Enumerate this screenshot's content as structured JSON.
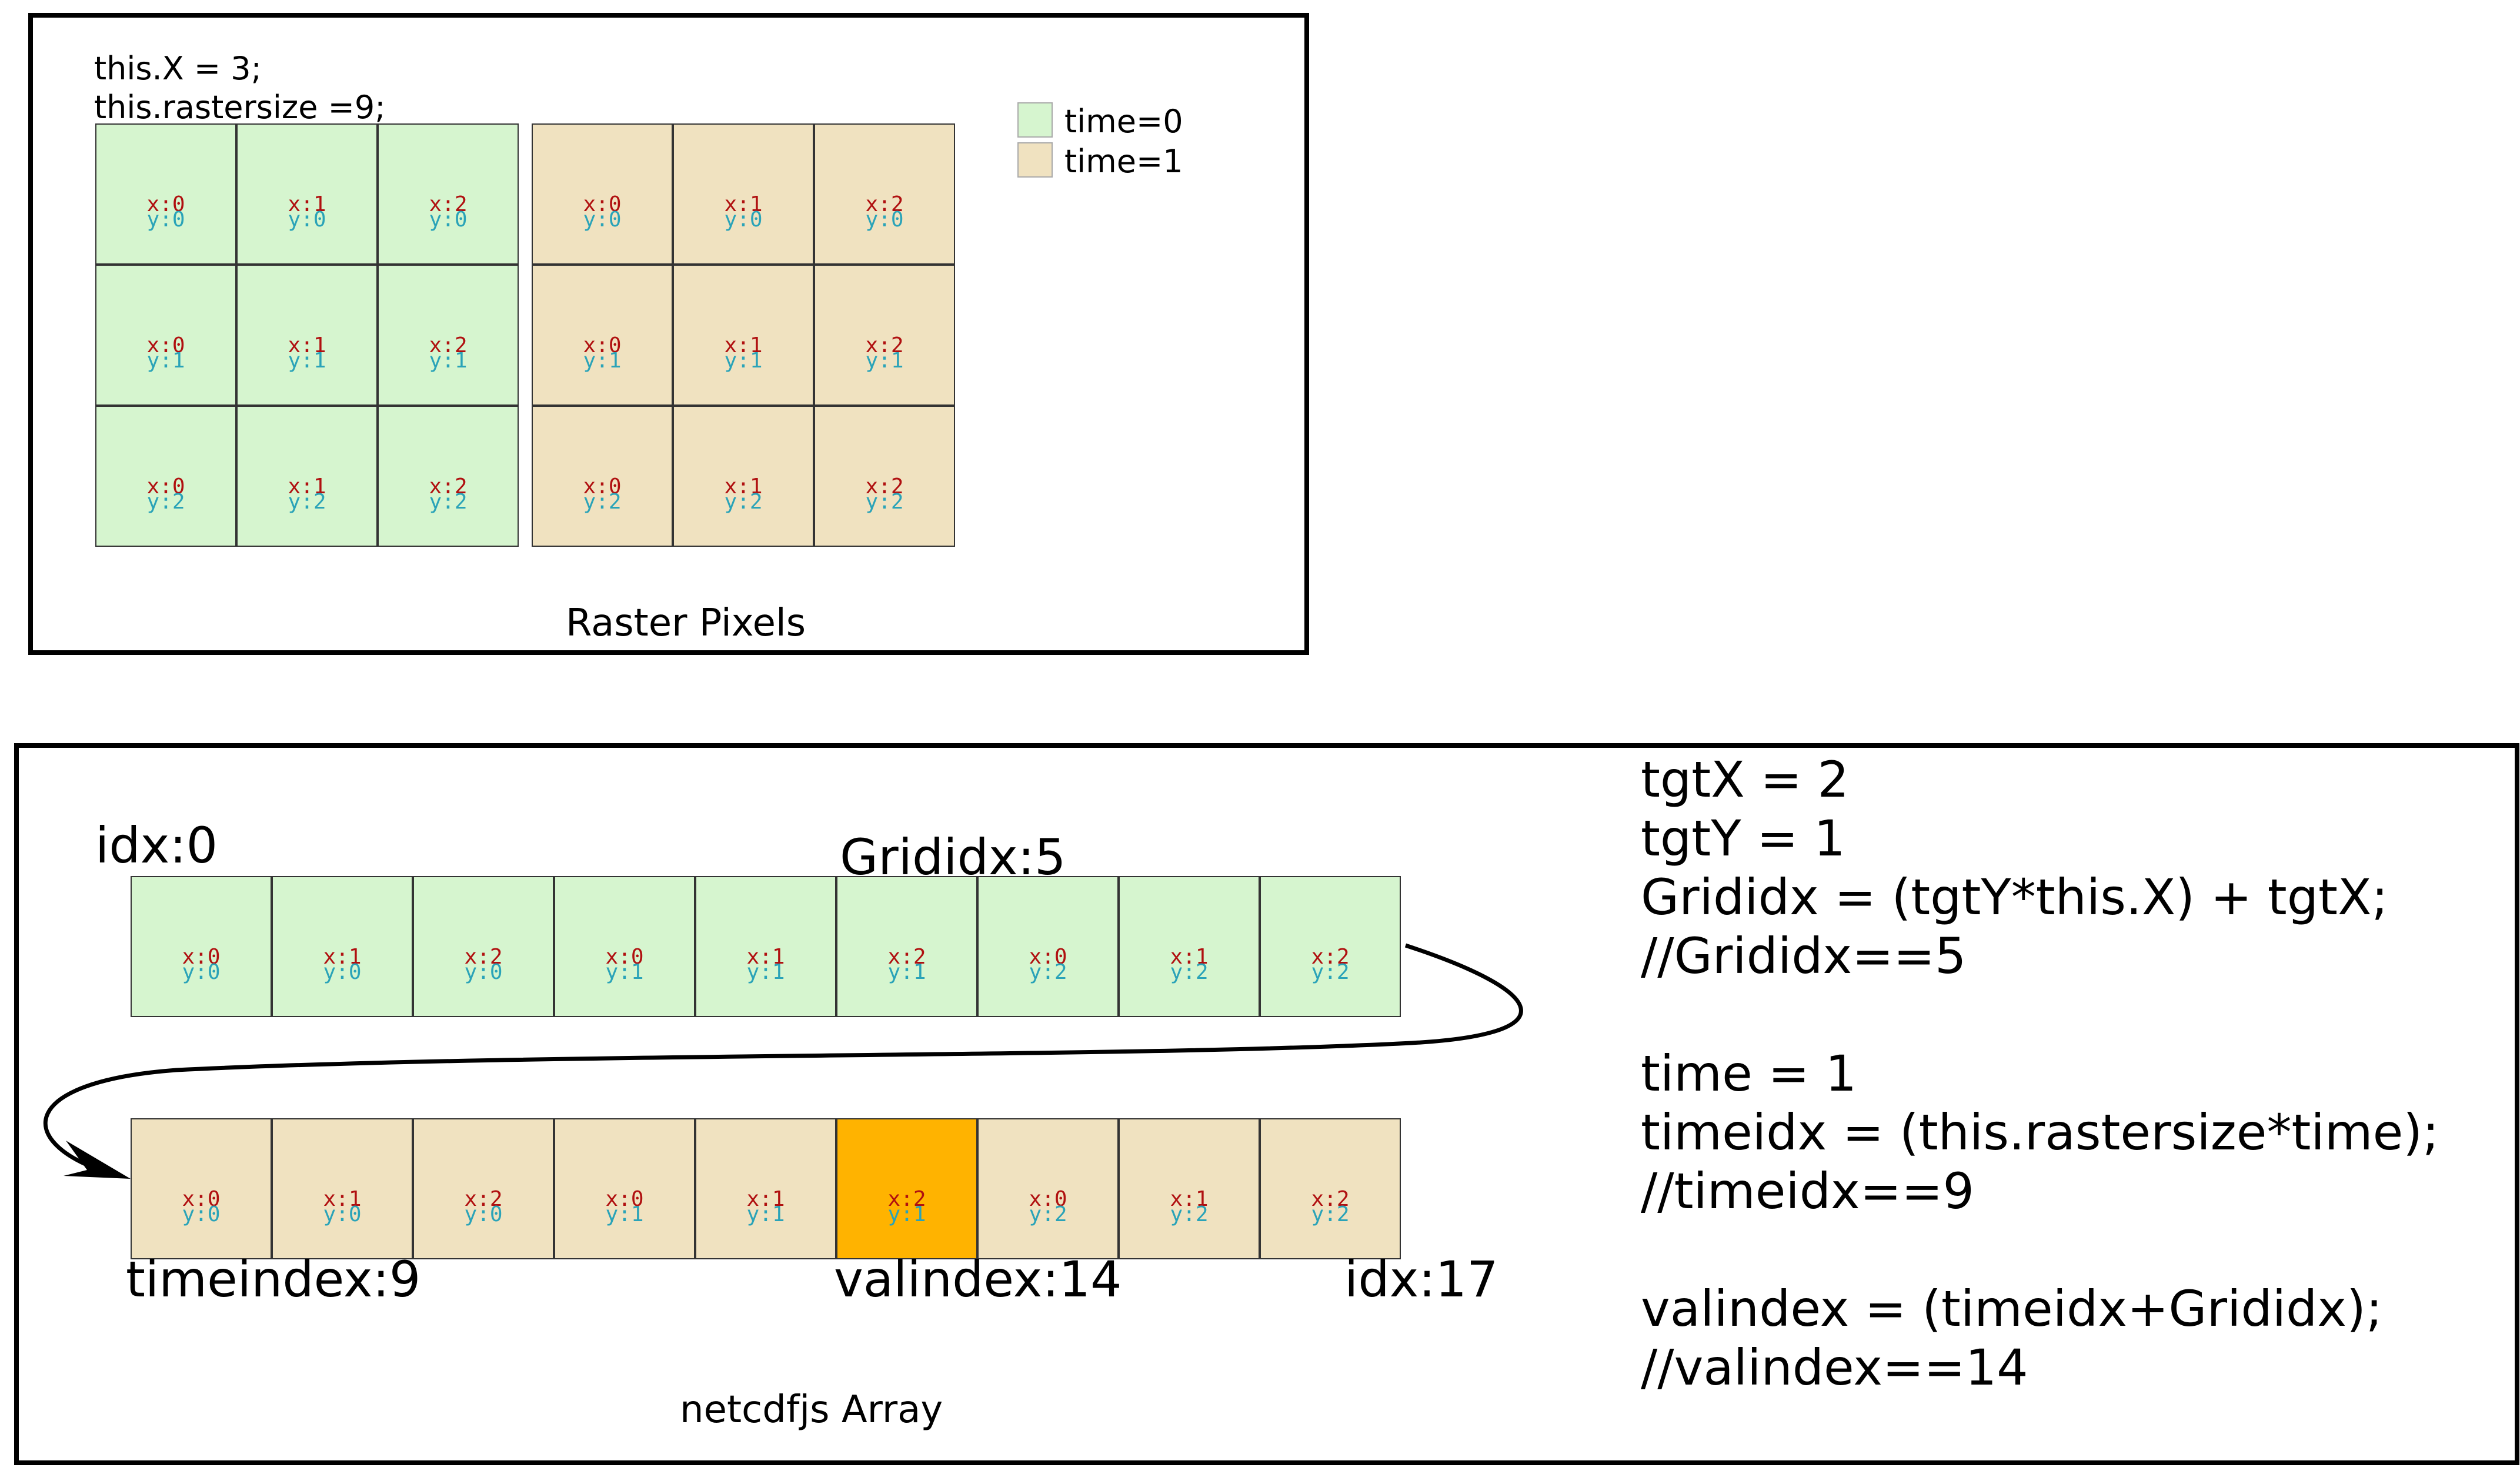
{
  "raster_panel": {
    "code_lines": [
      "this.X = 3;",
      "this.rastersize =9;"
    ],
    "caption": "Raster Pixels",
    "legend": [
      {
        "label": "time=0",
        "color": "#d6f5cf"
      },
      {
        "label": "time=1",
        "color": "#f0e2c0"
      }
    ],
    "grids": [
      {
        "time": 0,
        "color": "#d6f5cf",
        "cells": [
          [
            "x:0",
            "y:0"
          ],
          [
            "x:1",
            "y:0"
          ],
          [
            "x:2",
            "y:0"
          ],
          [
            "x:0",
            "y:1"
          ],
          [
            "x:1",
            "y:1"
          ],
          [
            "x:2",
            "y:1"
          ],
          [
            "x:0",
            "y:2"
          ],
          [
            "x:1",
            "y:2"
          ],
          [
            "x:2",
            "y:2"
          ]
        ]
      },
      {
        "time": 1,
        "color": "#f0e2c0",
        "cells": [
          [
            "x:0",
            "y:0"
          ],
          [
            "x:1",
            "y:0"
          ],
          [
            "x:2",
            "y:0"
          ],
          [
            "x:0",
            "y:1"
          ],
          [
            "x:1",
            "y:1"
          ],
          [
            "x:2",
            "y:1"
          ],
          [
            "x:0",
            "y:2"
          ],
          [
            "x:1",
            "y:2"
          ],
          [
            "x:2",
            "y:2"
          ]
        ]
      }
    ]
  },
  "array_panel": {
    "caption": "netcdfjs Array",
    "labels": {
      "idx0": "idx:0",
      "grididx": "Grididx:5",
      "timeindex": "timeindex:9",
      "valindex": "valindex:14",
      "idx17": "idx:17"
    },
    "highlight_color": "#ffb300",
    "row0_cells": [
      [
        "x:0",
        "y:0"
      ],
      [
        "x:1",
        "y:0"
      ],
      [
        "x:2",
        "y:0"
      ],
      [
        "x:0",
        "y:1"
      ],
      [
        "x:1",
        "y:1"
      ],
      [
        "x:2",
        "y:1"
      ],
      [
        "x:0",
        "y:2"
      ],
      [
        "x:1",
        "y:2"
      ],
      [
        "x:2",
        "y:2"
      ]
    ],
    "row1_cells": [
      [
        "x:0",
        "y:0"
      ],
      [
        "x:1",
        "y:0"
      ],
      [
        "x:2",
        "y:0"
      ],
      [
        "x:0",
        "y:1"
      ],
      [
        "x:1",
        "y:1"
      ],
      [
        "x:2",
        "y:1"
      ],
      [
        "x:0",
        "y:2"
      ],
      [
        "x:1",
        "y:2"
      ],
      [
        "x:2",
        "y:2"
      ]
    ],
    "highlight_index_row1": 5,
    "code_lines": [
      "tgtX = 2",
      "tgtY = 1",
      "Grididx = (tgtY*this.X) + tgtX;",
      "//Grididx==5",
      "",
      "time = 1",
      "timeidx = (this.rastersize*time);",
      "//timeidx==9",
      "",
      "valindex = (timeidx+Grididx);",
      "//valindex==14"
    ]
  }
}
